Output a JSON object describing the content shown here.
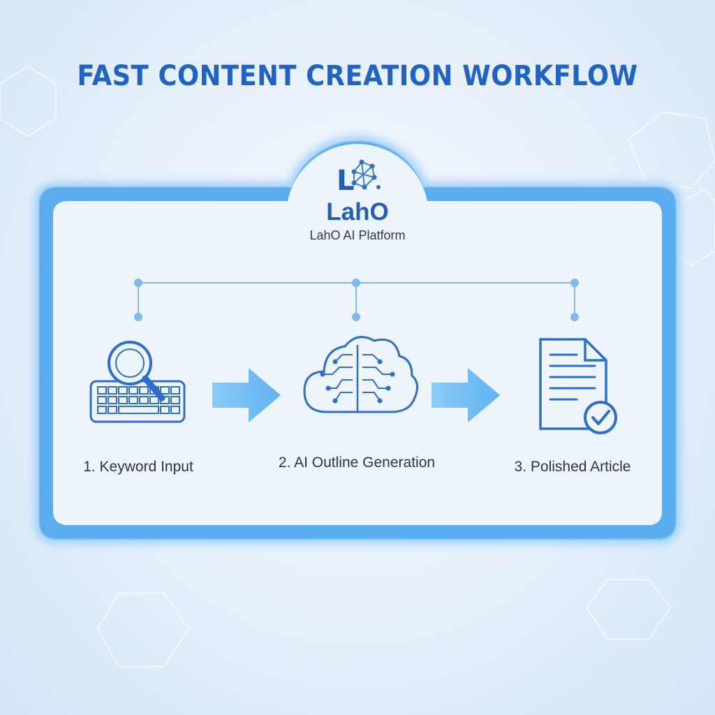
{
  "title": "FAST CONTENT CREATION WORKFLOW",
  "brand": {
    "logo_letter": "L",
    "name": "LahO",
    "subtitle": "LahO AI Platform"
  },
  "steps": [
    {
      "label": "1. Keyword Input",
      "icon": "keyboard-search-icon"
    },
    {
      "label": "2. AI Outline Generation",
      "icon": "ai-cloud-brain-icon"
    },
    {
      "label": "3. Polished Article",
      "icon": "document-check-icon"
    }
  ],
  "colors": {
    "title": "#1e63c8",
    "accent": "#1f5fb9",
    "frame": "#5aaef0",
    "connector": "#7fbaf0",
    "arrow": "#6ab9f3",
    "text": "#2a3442"
  }
}
